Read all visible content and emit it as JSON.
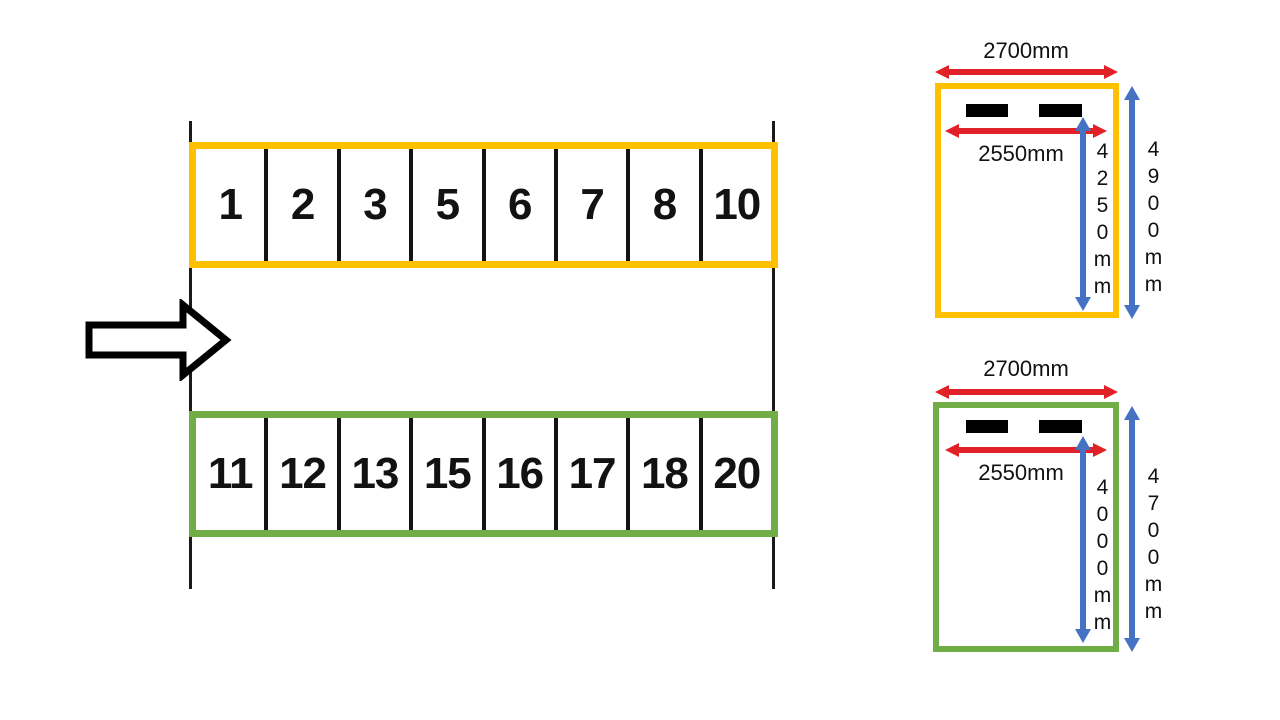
{
  "colors": {
    "row_top_border": "#FFC000",
    "row_bottom_border": "#70AD47",
    "width_arrow": "#E02127",
    "depth_arrow": "#4472C4",
    "stopper": "#000000",
    "line": "#1a1a1a"
  },
  "lot": {
    "row_top": {
      "spaces": [
        "1",
        "2",
        "3",
        "5",
        "6",
        "7",
        "8",
        "10"
      ]
    },
    "row_bottom": {
      "spaces": [
        "11",
        "12",
        "13",
        "15",
        "16",
        "17",
        "18",
        "20"
      ]
    }
  },
  "spec_top": {
    "outer_width": "2700mm",
    "inner_width": "2550mm",
    "inner_depth": "4250mm",
    "outer_depth": "4900mm"
  },
  "spec_bottom": {
    "outer_width": "2700mm",
    "inner_width": "2550mm",
    "inner_depth": "4000mm",
    "outer_depth": "4700mm"
  }
}
